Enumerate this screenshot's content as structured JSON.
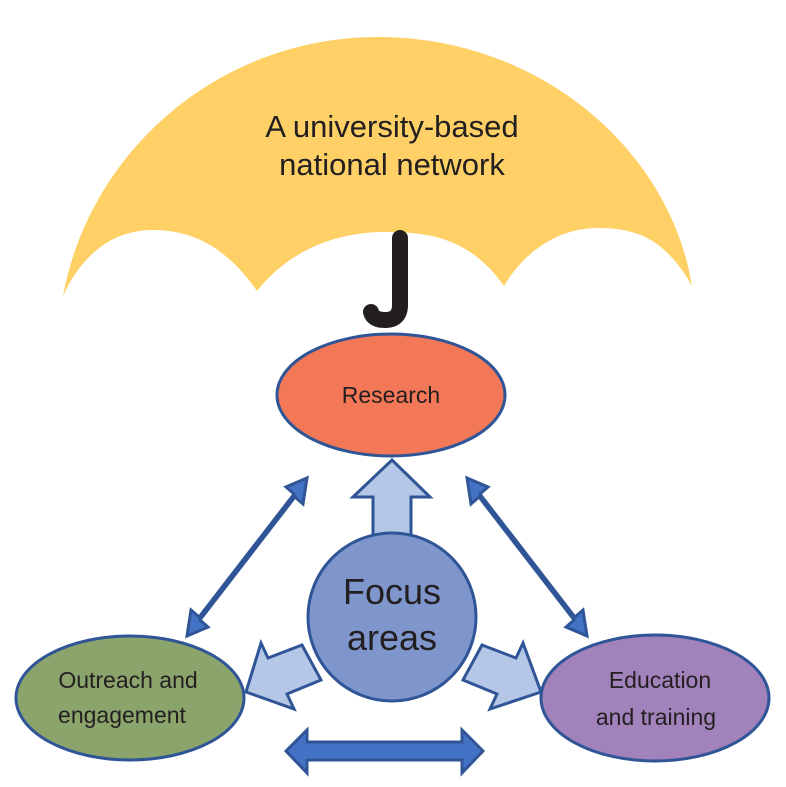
{
  "umbrella": {
    "line1": "A university-based",
    "line2": "national network",
    "color": "#fed066"
  },
  "nodes": {
    "research": {
      "label": "Research",
      "color": "#f37857"
    },
    "focus": {
      "line1": "Focus",
      "line2": "areas",
      "color": "#7f96cd"
    },
    "outreach": {
      "line1": "Outreach and",
      "line2": "engagement",
      "color": "#8aa46c"
    },
    "education": {
      "line1": "Education",
      "line2": "and training",
      "color": "#a182bb"
    }
  },
  "colors": {
    "outline": "#2f5597",
    "double_arrow": "#4472c4",
    "single_arrow": "#b4c7e7",
    "handle": "#231f20"
  },
  "arrows": [
    {
      "id": "focus-to-research",
      "type": "single"
    },
    {
      "id": "focus-to-outreach",
      "type": "single"
    },
    {
      "id": "focus-to-education",
      "type": "single"
    },
    {
      "id": "research-outreach",
      "type": "double"
    },
    {
      "id": "research-education",
      "type": "double"
    },
    {
      "id": "outreach-education",
      "type": "double"
    }
  ]
}
